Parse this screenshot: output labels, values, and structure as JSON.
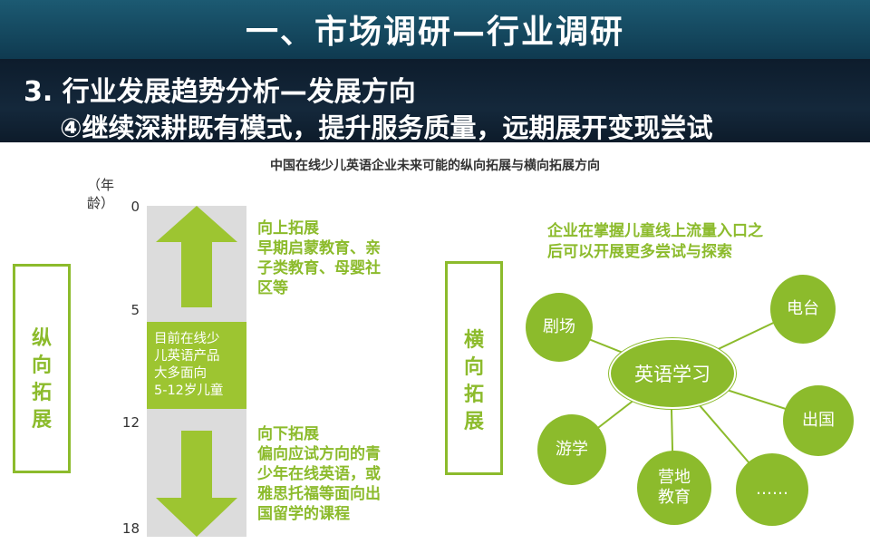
{
  "header": {
    "title": "一、市场调研—行业调研",
    "subtitle": "3. 行业发展趋势分析—发展方向",
    "subtitle2": "④继续深耕既有模式，提升服务质量，远期展开变现尝试"
  },
  "figure": {
    "title": "中国在线少儿英语企业未来可能的纵向拓展与横向拓展方向",
    "axis_unit_line1": "（年",
    "axis_unit_line2": "龄）",
    "ticks": [
      "0",
      "5",
      "12",
      "18"
    ],
    "current_products": [
      "目前在线少",
      "儿英语产品",
      "大多面向",
      "5-12岁儿童"
    ],
    "up": {
      "heading": "向上拓展",
      "lines": [
        "早期启蒙教育、亲",
        "子类教育、母婴社",
        "区等"
      ]
    },
    "down": {
      "heading": "向下拓展",
      "lines": [
        "偏向应试方向的青",
        "少年在线英语，或",
        "雅思托福等面向出",
        "国留学的课程"
      ]
    },
    "vertical_label": [
      "纵",
      "向",
      "拓",
      "展"
    ],
    "horizontal_label": [
      "横",
      "向",
      "拓",
      "展"
    ],
    "side_note": [
      "企业在掌握儿童线上流量入口之",
      "后可以开展更多尝试与探索"
    ],
    "center_node": "英语学习",
    "nodes": [
      "剧场",
      "电台",
      "出国",
      "……",
      "营地\n教育",
      "游学"
    ],
    "accent_color": "#8cbb2c"
  }
}
